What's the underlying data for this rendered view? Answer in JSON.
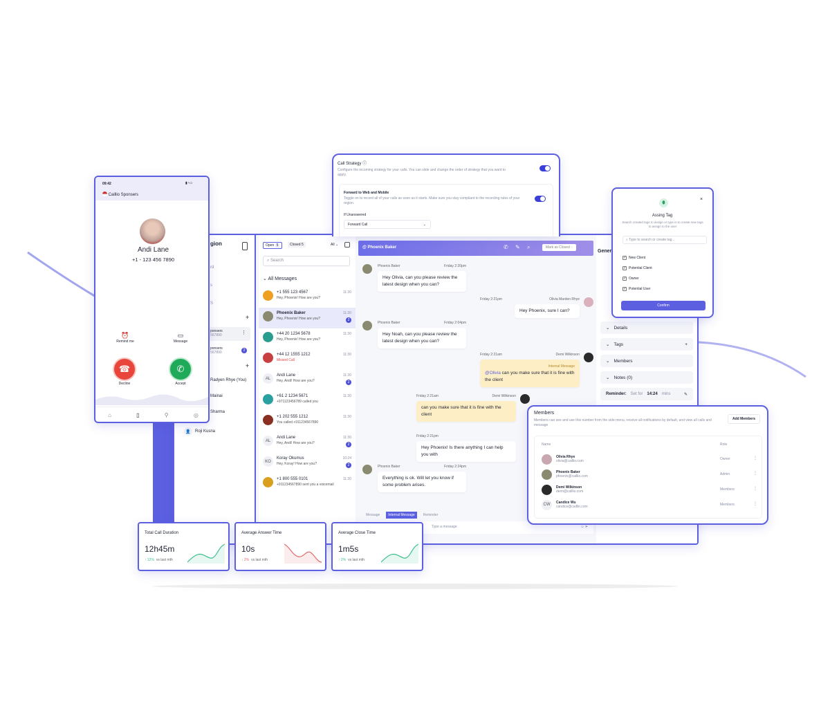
{
  "call_strategy": {
    "title": "Call Strategy",
    "description": "Configure the incoming strategy for your calls. You can slide and change the order of strategy that you want to apply.",
    "enabled": true,
    "forward": {
      "title": "Forward to Web and Mobile",
      "description": "Toggle on to record all of your calls as soon as it starts. Make sure you stay compliant to the recording rules of your region.",
      "enabled": true
    },
    "unanswered_label": "If Unanswered",
    "unanswered_value": "Forward Call"
  },
  "phone": {
    "time": "09:42",
    "org": "Caillio Sponsers",
    "caller_name": "Andi Lane",
    "caller_number": "+1 - 123 456 7890",
    "remind_label": "Remind me",
    "message_label": "Message",
    "decline_label": "Decline",
    "accept_label": "Accept"
  },
  "nav": {
    "title": "gion",
    "items": [
      "rd",
      "s",
      "S"
    ],
    "groups": [
      {
        "name": "ponsers",
        "number": "567890",
        "count": ""
      },
      {
        "name": "ponsers",
        "number": "567890",
        "count": "2"
      }
    ],
    "users": [
      "Radyen Rhye (You)",
      "Mainai",
      "Sharma",
      "Roji Kusna"
    ]
  },
  "inbox": {
    "open_label": "Open",
    "open_count": "5",
    "closed_label": "Closed",
    "closed_count": "5",
    "filter": "All",
    "search_placeholder": "Search",
    "section": "All Messages",
    "conversations": [
      {
        "name": "+1 555 123 4567",
        "preview": "Hey, Phoenix! How are you?",
        "time": "11:30",
        "unread": "",
        "initials": "",
        "color": "#f0a020"
      },
      {
        "name": "Phoenix Baker",
        "preview": "Hey, Phoenix! How are you?",
        "time": "11:30",
        "unread": "2",
        "initials": "",
        "color": "#8a8a70",
        "active": true
      },
      {
        "name": "+44 20 1234 5678",
        "preview": "Hey, Phoenix! How are you?",
        "time": "11:30",
        "unread": "",
        "initials": "",
        "color": "#2a9d8f"
      },
      {
        "name": "+44 12 1555 1212",
        "preview": "Missed Call",
        "time": "11:30",
        "unread": "",
        "initials": "",
        "color": "#c94040",
        "missed": true
      },
      {
        "name": "Andi Lane",
        "preview": "Hey, Andi! How are you?",
        "time": "11:30",
        "unread": "2",
        "initials": "AL",
        "color": ""
      },
      {
        "name": "+61 2 1234 5671",
        "preview": "+971123456789 called you",
        "time": "11:30",
        "unread": "",
        "initials": "",
        "color": "#2aa0a0"
      },
      {
        "name": "+1 202 555 1212",
        "preview": "You called +911234567890",
        "time": "11:30",
        "unread": "",
        "initials": "",
        "color": "#8a3020"
      },
      {
        "name": "Andi Lane",
        "preview": "Hey, Andi! How are you?",
        "time": "11:30",
        "unread": "2",
        "initials": "AL",
        "color": ""
      },
      {
        "name": "Koray Okumus",
        "preview": "Hey, Koray! How are you?",
        "time": "10:24",
        "unread": "2",
        "initials": "KO",
        "color": ""
      },
      {
        "name": "+1 800 555 0101",
        "preview": "+911234567890 sent you a voicemail",
        "time": "11:30",
        "unread": "",
        "initials": "",
        "color": "#d9a020"
      }
    ]
  },
  "chat": {
    "title": "@ Phoenix Baker",
    "mark_closed": "Mark as Closed",
    "messages": [
      {
        "sender": "Phoenix Baker",
        "time": "Friday 2:20pm",
        "text": "Hey Olivia, can you please review the latest design when you can?",
        "side": "left"
      },
      {
        "sender": "Olivia Marden Rhye",
        "time": "Friday 2:21pm",
        "text": "Hey Phoenix, sure I can?",
        "side": "right"
      },
      {
        "sender": "Phoenix Baker",
        "time": "Friday 2:04pm",
        "text": "Hey Noah, can you please review the latest design when you can?",
        "side": "left"
      },
      {
        "sender": "Demi Wilkinson",
        "time": "Friday 2:21am",
        "tag": "Internal Message",
        "mention": "@Olivia",
        "text": " can you make sure that it is fine with the client",
        "side": "right",
        "internal": true
      },
      {
        "sender": "Demi Wilkinson",
        "time": "Friday 2:21am",
        "text": "can you make sure that it is fine with the client",
        "side": "right",
        "internal": true
      },
      {
        "sender": "",
        "time": "Friday 2:21pm",
        "text": "Hey Phoenix! Is there anything I can help you with",
        "side": "right"
      },
      {
        "sender": "Phoenix Baker",
        "time": "Friday 2:24pm",
        "text": "Everything is ok. Will let you know if some problem arises.",
        "side": "left"
      }
    ],
    "compose_tabs": [
      "Message",
      "Internal Message",
      "Reminder"
    ],
    "active_tab": 1,
    "compose_placeholder": "Type a message"
  },
  "details": {
    "title": "Gener",
    "sections": [
      "Details",
      "Tags",
      "Members",
      "Notes (0)"
    ],
    "reminder_label": "Reminder:",
    "reminder_text": "Set for",
    "reminder_time": "14:24",
    "reminder_unit": "mins"
  },
  "assign_tag": {
    "title": "Assing Tag",
    "description": "Search created tags to assign or type in to create new tags to assign to the user",
    "search_placeholder": "Type to search or create tag...",
    "tags": [
      "New Client",
      "Potential Client",
      "Owner",
      "Potential User"
    ],
    "confirm": "Confirm"
  },
  "members": {
    "title": "Members",
    "description": "Members can see and use this number from the side menu, receive all notifications by default, and view all calls and message",
    "add_button": "Add Members",
    "col_name": "Name",
    "col_role": "Role",
    "rows": [
      {
        "name": "Olivia Rhye",
        "email": "olivia@caillio.com",
        "role": "Owner",
        "initials": "",
        "color": "#c9a7b0"
      },
      {
        "name": "Phoenix Baker",
        "email": "phoenix@caillio.com",
        "role": "Admin",
        "initials": "",
        "color": "#8a8a70"
      },
      {
        "name": "Demi Wilkinson",
        "email": "demi@caillio.com",
        "role": "Members",
        "initials": "",
        "color": "#2a2a2a"
      },
      {
        "name": "Candice Wu",
        "email": "candice@caillio.com",
        "role": "Members",
        "initials": "CW",
        "color": ""
      }
    ]
  },
  "stats": [
    {
      "title": "Total Call Duration",
      "value": "12h45m",
      "change": "12%",
      "direction": "up",
      "compare": "vs last mth",
      "color": "#3bbf8a"
    },
    {
      "title": "Average Answer Time",
      "value": "10s",
      "change": "2%",
      "direction": "down",
      "compare": "vs last mth",
      "color": "#e06a6a"
    },
    {
      "title": "Average Close Time",
      "value": "1m5s",
      "change": "2%",
      "direction": "up",
      "compare": "vs last mth",
      "color": "#3bbf8a"
    }
  ],
  "colors": {
    "accent": "#5b5fe0",
    "accept": "#1faa5a",
    "decline": "#e8453c",
    "internal": "#fdeec5"
  }
}
